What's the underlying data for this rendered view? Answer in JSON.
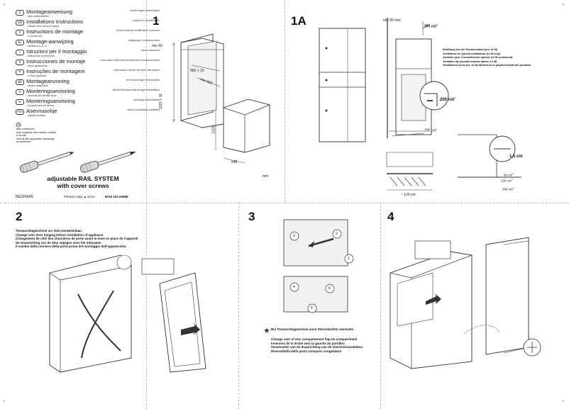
{
  "languages": [
    {
      "code": "D",
      "title": "Montageanweisung",
      "sub": "- bitte aufbewahren -",
      "right": "Änderungen vorbehalten"
    },
    {
      "code": "GB",
      "title": "Installations Instructions",
      "sub": "- please don't throw it away -",
      "right": "subject to modification"
    },
    {
      "code": "F",
      "title": "Instructions de montage",
      "sub": "- à conserver -",
      "right": "Sous droits de modification réservés"
    },
    {
      "code": "NL",
      "title": "Montage-aanwijzing",
      "sub": "- bewaren a. u. b. -",
      "right": "wijzigingen voorbehouden"
    },
    {
      "code": "I",
      "title": "Istruzioni per il montaggio",
      "sub": "- Attenzione conservare -",
      "right": "salvo variazioni"
    },
    {
      "code": "E",
      "title": "Instrucciones de montaje",
      "sub": "- favor guardarlas -",
      "right": "reservado el derecho de introducir modificaciones"
    },
    {
      "code": "P",
      "title": "Instruções de montagem",
      "sub": "- é favor guardar -",
      "right": "reservado o direito de fazer alterações"
    },
    {
      "code": "DK",
      "title": "Montageanvisning",
      "sub": "- bedes opbevaret -",
      "right": "ret til ændringer forbeholdes"
    },
    {
      "code": "S",
      "title": "Monteringsanvisning",
      "sub": "- bevaras för senare bruk -",
      "right": "rätt till tekniska förändringar förbehålles"
    },
    {
      "code": "N",
      "title": "Monteringsanvisning",
      "sub": "- ta godt vare på denne -",
      "right": "endringer forbeholdes"
    },
    {
      "code": "FIN",
      "title": "Asennusohje",
      "sub": "- säilytä huolella -",
      "right": "oikeus muutoksiin pidätään"
    }
  ],
  "note_lines": [
    "falls vorhanden",
    "only supplied with certain models",
    "si la cas",
    "vort bij alle apparaten aanwezig",
    "se esistente"
  ],
  "rail_title": "adjustable RAIL SYSTEM",
  "rail_sub": "with cover screws",
  "footer": {
    "model": "RE220A/W",
    "printed": "Printed in Italy",
    "date": "10/11",
    "code": "5019 102 00668"
  },
  "step1": {
    "num": "1",
    "min50": "min 50",
    "w": "560 + 10",
    "d": "min 550",
    "h": "1221 + 11",
    "appl_h": "1220",
    "appl_w": "545",
    "unit": "mm"
  },
  "step1a": {
    "num": "1A",
    "min50": "min 50 mm",
    "top_area": "200 cm",
    "side_area": "200 cm",
    "bot_area": "200 cm",
    "gap": "1,5 cm",
    "a80": "80 cm",
    "a130": "130 cm",
    "a200": "200 cm",
    "dist": "~ 120 cm",
    "vent_lines": [
      "Belüftung nur bei Sondereinbau (nur 12 M)",
      "Ventilation for special installation (12 M only)",
      "Aération pour l'encastrement spécial (12 M seulement)",
      "Ventilatie bij speciale inbouw (alleen 12 M)",
      "Ventilazione (solo per 12 M) attraverso la griglia frontale del prodotto"
    ]
  },
  "step2": {
    "num": "2",
    "lines": [
      "Türanschlagwechsel vor dem Geräteeinbau",
      "Change over door hinging before installation of appliance",
      "Changement de côté des charnières de porte avant la mise en place de l'appareil",
      "De draairichting van de deur wijzigen voor het inbouwen",
      "Il cambio della cerniera della porta prima del montaggio dell'apparecchio"
    ]
  },
  "step3": {
    "num": "3",
    "callouts": [
      "1",
      "2",
      "3",
      "4",
      "5",
      "6"
    ],
    "lines": [
      "Bei Türanschlagwechsel auch Sternefachtür wechseln",
      "Change over of star compartement flap du compartiment",
      "Inversion de la droite vers la gauche du portillon",
      "Verwisselen van de draairichting van de sterrenvriesvakdeur",
      "Reversibilità della porta comparto congelatore"
    ]
  },
  "step4": {
    "num": "4"
  }
}
